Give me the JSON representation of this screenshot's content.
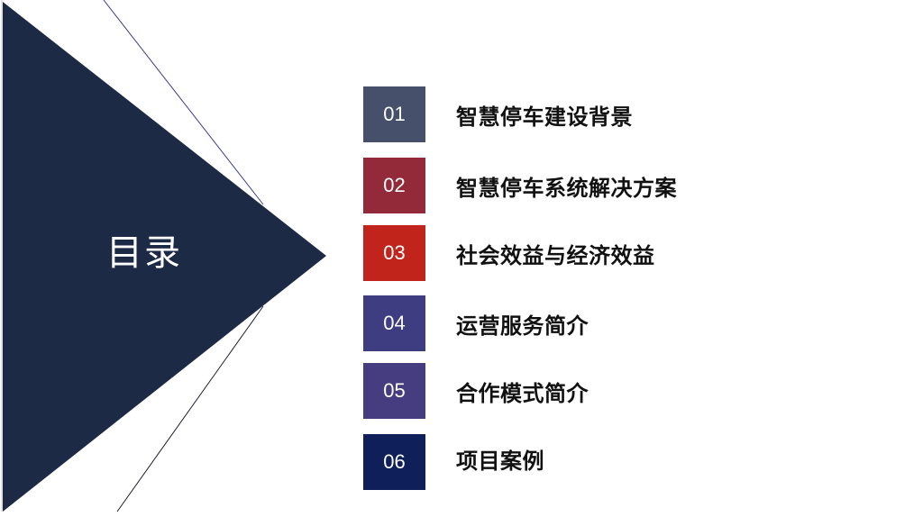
{
  "slide": {
    "title": "目录",
    "colors": {
      "triangle": "#1C2A45",
      "line_top": "#3B3C8E",
      "line_bottom": "#1A1A2E"
    }
  },
  "toc": {
    "items": [
      {
        "num": "01",
        "label": "智慧停车建设背景",
        "color": "#46506A"
      },
      {
        "num": "02",
        "label": "智慧停车系统解决方案",
        "color": "#932A3A"
      },
      {
        "num": "03",
        "label": "社会效益与经济效益",
        "color": "#C0241B"
      },
      {
        "num": "04",
        "label": "运营服务简介",
        "color": "#3F3D82"
      },
      {
        "num": "05",
        "label": "合作模式简介",
        "color": "#453D80"
      },
      {
        "num": "06",
        "label": "项目案例",
        "color": "#0F1F5A"
      }
    ]
  }
}
